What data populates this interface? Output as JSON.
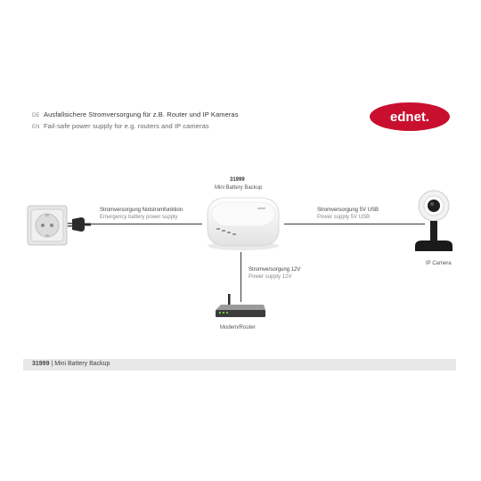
{
  "header": {
    "de": {
      "lang": "DE",
      "text": "Ausfallsichere Stromversorgung für z.B. Router und IP Kameras"
    },
    "en": {
      "lang": "EN",
      "text": "Fail-safe power supply for e.g. routers and IP cameras"
    }
  },
  "brand": {
    "logo_text": "ednet.",
    "color": "#c8102e"
  },
  "device": {
    "code": "31999",
    "name": "Mini Battery Backup",
    "brand_print": "ednet"
  },
  "links": {
    "socket": {
      "de": "Stromversorgung Notstromfunktion",
      "en": "Emergency battery power supply"
    },
    "camera": {
      "de": "Stromversorgung 5V USB",
      "en": "Power supply 5V USB"
    },
    "router": {
      "de": "Stromversorgung 12V",
      "en": "Power supply 12V"
    }
  },
  "nodes": {
    "camera_label": "IP Camera",
    "router_label": "Modem/Router"
  },
  "footer": {
    "code": "31999",
    "separator": " | ",
    "name": "Mini Battery Backup"
  },
  "icons": [
    "power-socket-icon",
    "power-plug-icon",
    "battery-backup-device-icon",
    "ip-camera-icon",
    "router-icon"
  ]
}
